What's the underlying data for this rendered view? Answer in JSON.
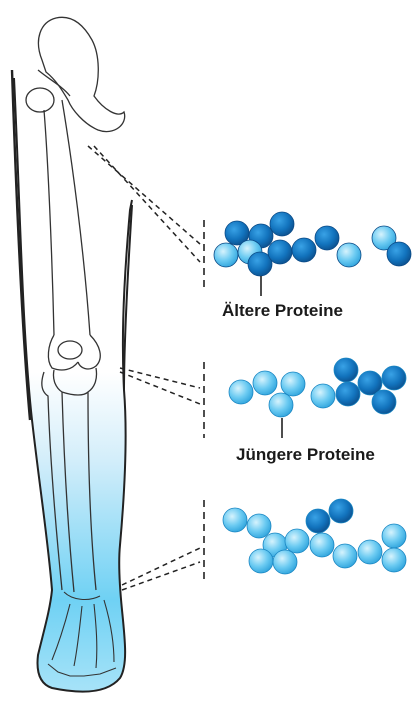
{
  "labels": {
    "older": "Ältere Proteine",
    "younger": "Jüngere Proteine"
  },
  "colors": {
    "dark_protein": "#1273bd",
    "light_protein": "#5cc3f0",
    "leg_gradient_top": "#ffffff",
    "leg_gradient_bottom": "#37c0ef",
    "outline": "#222222"
  },
  "icons": {
    "leg": "leg-skeleton-illustration",
    "protein": "sphere-icon"
  }
}
